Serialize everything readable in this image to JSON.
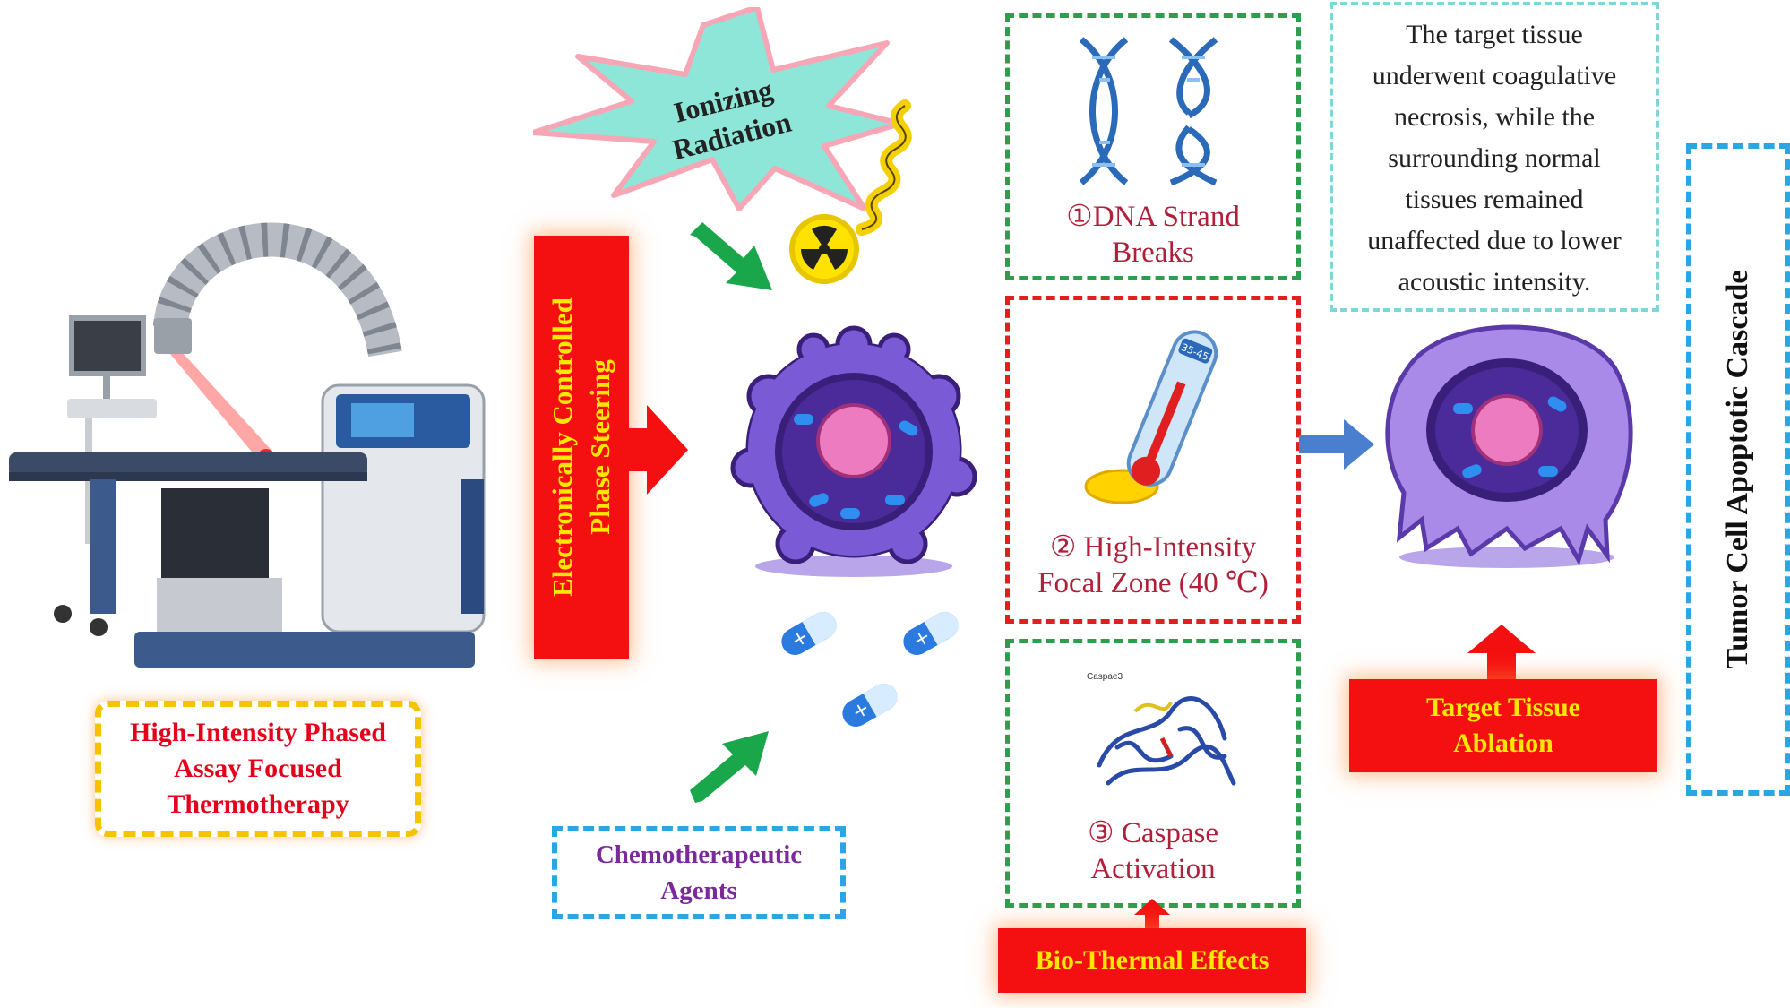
{
  "device": {
    "label_lines": [
      "High-Intensity Phased",
      "Assay Focused",
      "Thermotherapy"
    ],
    "label_color": "#e4001b"
  },
  "steering": {
    "label_lines": [
      "Electronically Controlled",
      "Phase Steering"
    ],
    "text_color": "#ffe800",
    "box_color": "#f41010"
  },
  "radiation": {
    "label_lines": [
      "Ionizing",
      "Radiation"
    ],
    "burst_color": "#8ee6d8"
  },
  "chemo": {
    "label_lines": [
      "Chemotherapeutic",
      "Agents"
    ],
    "label_color": "#7a2a9a"
  },
  "effects": {
    "dna": {
      "label_lines": [
        "①DNA Strand",
        "Breaks"
      ]
    },
    "focal": {
      "label_lines": [
        "② High-Intensity",
        "Focal Zone (40 ℃)"
      ],
      "thermo_scale": "35-45"
    },
    "caspase": {
      "label_lines": [
        "③ Caspase",
        "Activation"
      ],
      "protein_label": "Caspae3"
    },
    "bio_thermal_label": "Bio-Thermal Effects"
  },
  "outcome": {
    "note_lines": [
      "The target tissue",
      "underwent coagulative",
      "necrosis, while the",
      "surrounding normal",
      "tissues remained",
      "unaffected due to lower",
      "acoustic intensity."
    ],
    "ablation_label_lines": [
      "Target Tissue",
      "Ablation"
    ]
  },
  "cascade_label": "Tumor Cell Apoptotic Cascade",
  "colors": {
    "green_arrow": "#1aa64a",
    "red_arrow": "#f41010",
    "blue_arrow": "#4a7fd0",
    "cell_purple": "#7b5ad6",
    "nucleus_pink": "#ec7bc0"
  }
}
